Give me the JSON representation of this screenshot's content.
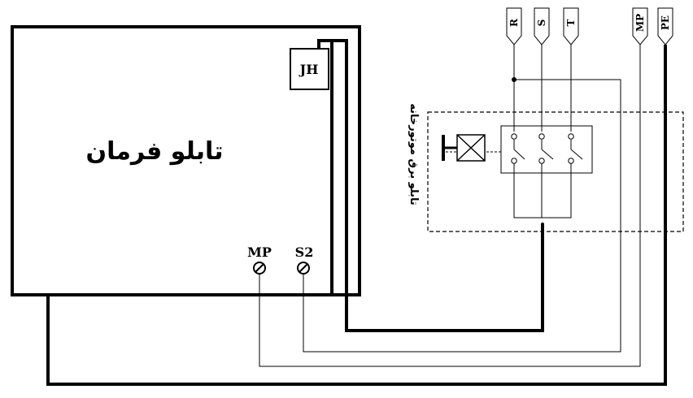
{
  "control_panel": {
    "title": "تابلو فرمان"
  },
  "jh_box": {
    "label": "JH"
  },
  "terminals": [
    {
      "label": "MP"
    },
    {
      "label": "S2"
    }
  ],
  "supply_tags": [
    {
      "label": "R"
    },
    {
      "label": "S"
    },
    {
      "label": "T"
    },
    {
      "label": "MP"
    },
    {
      "label": "PE"
    }
  ],
  "motor_panel": {
    "label": "تابلو برق موتورخانه"
  }
}
